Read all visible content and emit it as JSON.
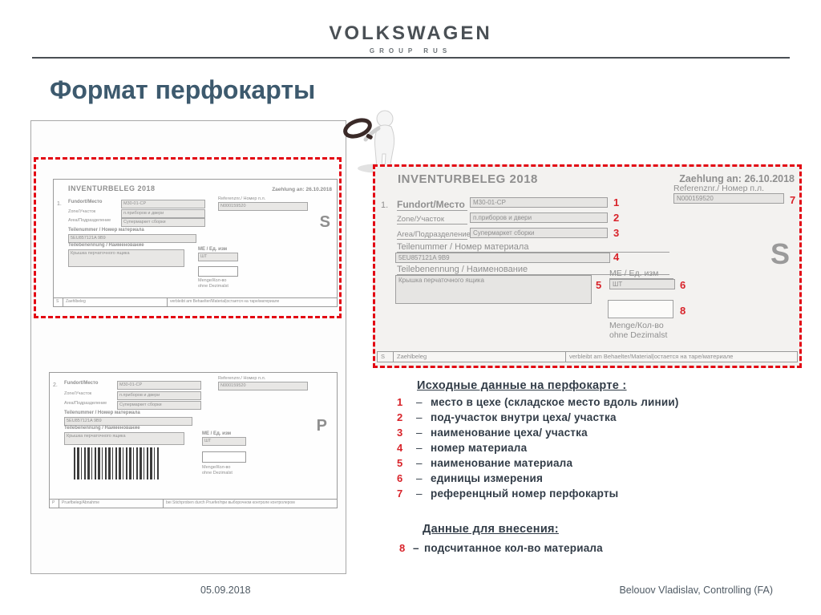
{
  "slide": {
    "brand": "VOLKSWAGEN",
    "brand_sub": "GROUP RUS",
    "title": "Формат перфокарты",
    "footer_date": "05.09.2018",
    "footer_author": "Belouov Vladislav, Controlling (FA)"
  },
  "form": {
    "header": "INVENTURBELEG 2018",
    "zaehlung": "Zaehlung an: 26.10.2018",
    "index1": "1.",
    "index2": "2.",
    "fundort_label": "Fundort/Место",
    "fundort_value": "M30-01-CP",
    "zone_label": "Zone/Участок",
    "zone_value": "п.приборов и двери",
    "area_label": "Area/Подразделение",
    "area_value": "Супермаркет сборки",
    "ref_label": "Referenznr./ Номер п.л.",
    "ref_value": "N000159520",
    "teilenummer_label": "Teilenummer / Номер материала",
    "teilenummer_value": "5EU857121A 9B9",
    "teilebenennung_label": "Teilebenennung / Наименование",
    "teilebenennung_value": "Крышка перчаточного ящика",
    "me_label": "ME / Ед. изм",
    "me_value": "ШТ",
    "menge_label": "Menge/Кол-во",
    "menge_label2": "ohne Dezimalst",
    "letter_s": "S",
    "letter_p": "P",
    "s_row_code": "S",
    "s_row_name": "Zaehlbeleg",
    "s_row_note": "verbleibt am Behaelter/Material|остается на таре/материале",
    "p_row_code": "P",
    "p_row_name": "Pruefbeleg/Abnahme",
    "p_row_note": "bei Stichproben durch Pruefer/при выборочном контроле контролером"
  },
  "callouts": {
    "c1": "1",
    "c2": "2",
    "c3": "3",
    "c4": "4",
    "c5": "5",
    "c6": "6",
    "c7": "7",
    "c8": "8"
  },
  "legend": {
    "heading_source": "Исходные данные на перфокарте :",
    "dash": "–",
    "items": [
      {
        "num": "1",
        "text": "место в цехе (складское место вдоль линии)"
      },
      {
        "num": "2",
        "text": "под-участок внутри цеха/ участка"
      },
      {
        "num": "3",
        "text": "наименование цеха/ участка"
      },
      {
        "num": "4",
        "text": "номер материала"
      },
      {
        "num": "5",
        "text": "наименование материала"
      },
      {
        "num": "6",
        "text": "единицы измерения"
      },
      {
        "num": "7",
        "text": "референцный номер перфокарты"
      }
    ],
    "heading_entry": "Данные для внесения:",
    "item8_num": "8",
    "item8_text": "подсчитанное кол-во материала"
  }
}
